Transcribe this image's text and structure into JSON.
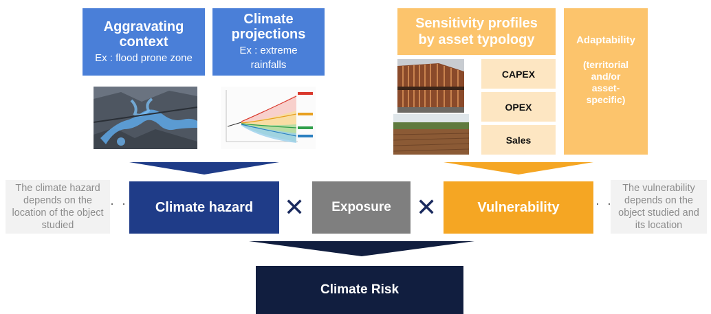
{
  "top_left": {
    "aggravating": {
      "title": "Aggravating context",
      "subtitle": "Ex : flood prone zone"
    },
    "projections": {
      "title": "Climate projections",
      "subtitle": "Ex : extreme rainfalls"
    }
  },
  "top_right": {
    "sensitivity_title": "Sensitivity profiles by asset typology",
    "adaptability": {
      "title": "Adaptability",
      "detail": "(territorial and/or asset-specific)"
    },
    "items": [
      "CAPEX",
      "OPEX",
      "Sales"
    ]
  },
  "notes": {
    "left": "The climate hazard depends on the location of the object studied",
    "right": "The vulnerability depends on the object studied and its location",
    "dots": "· · ·"
  },
  "factors": {
    "hazard": "Climate hazard",
    "exposure": "Exposure",
    "vulnerability": "Vulnerability",
    "times": "✕"
  },
  "result": "Climate Risk",
  "colors": {
    "blue_light": "#4a7fd8",
    "navy": "#1f3c88",
    "dark_navy": "#111e3f",
    "gray": "#7f7f7f",
    "orange": "#f5a623",
    "orange_light": "#fcc46c",
    "pale_orange": "#fde6c2"
  }
}
